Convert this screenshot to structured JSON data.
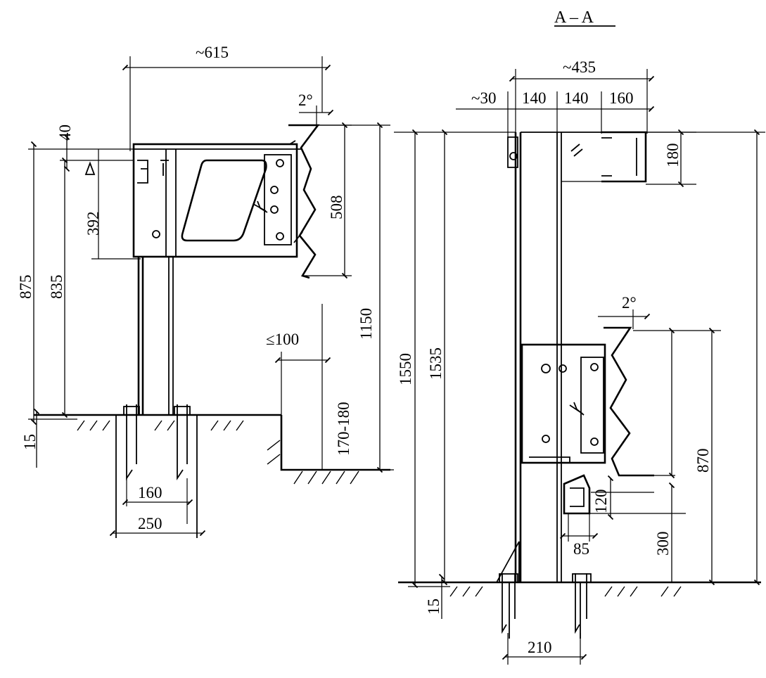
{
  "section_title": "A – A",
  "left_view": {
    "dims": {
      "width_top": "~615",
      "angle_top": "2°",
      "d40": "40",
      "d392": "392",
      "d508": "508",
      "d875": "875",
      "d835": "835",
      "d1150": "1150",
      "d100": "≤100",
      "d170_180": "170-180",
      "d15": "15",
      "d160": "160",
      "d250": "250"
    }
  },
  "section_view": {
    "dims": {
      "width_top": "~435",
      "d30": "~30",
      "d140a": "140",
      "d140b": "140",
      "d160": "160",
      "d180": "180",
      "d1550": "1550",
      "d1535": "1535",
      "angle": "2°",
      "d870": "870",
      "d120": "120",
      "d85": "85",
      "d300": "300",
      "d15": "15",
      "d210": "210"
    }
  },
  "colors": {
    "line": "#000000",
    "background": "#ffffff"
  }
}
